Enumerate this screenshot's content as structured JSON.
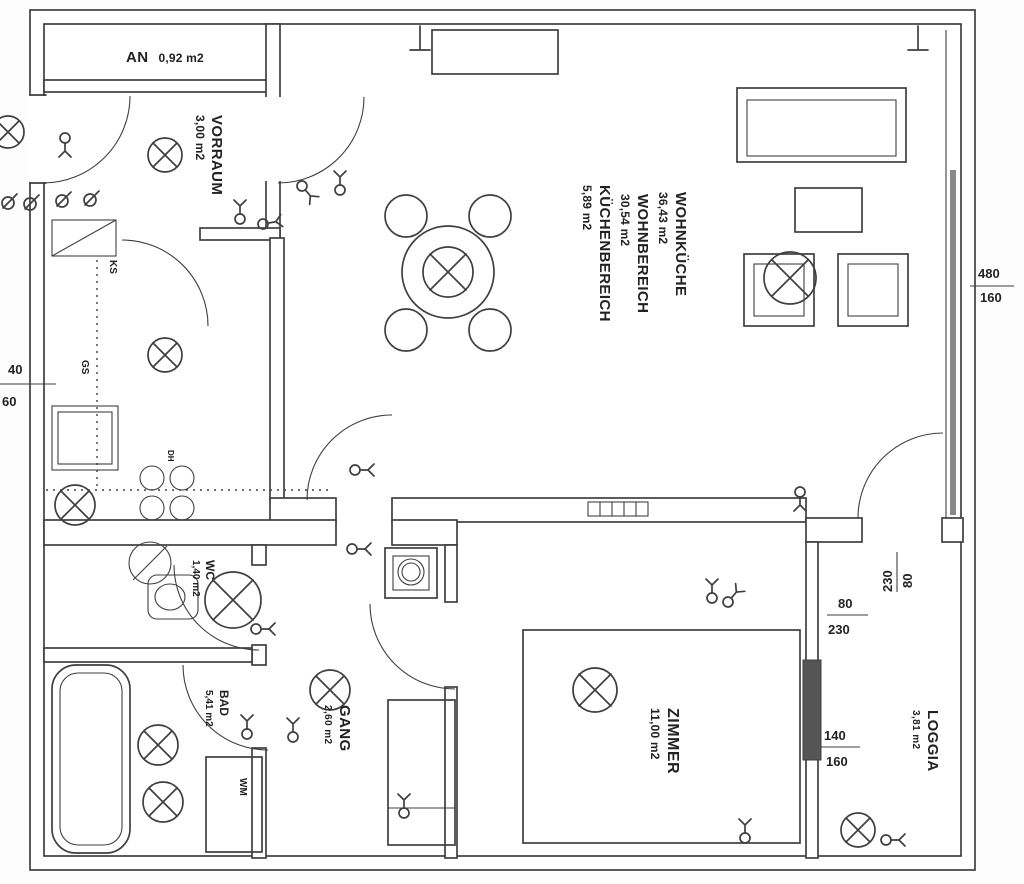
{
  "plan_title": "apartment-floor-plan",
  "rooms": {
    "an": {
      "name": "AN",
      "area": "0,92 m2"
    },
    "vorraum": {
      "name": "VORRAUM",
      "area": "3,00 m2"
    },
    "wohnkueche": {
      "name": "WOHNKÜCHE",
      "area": "36,43 m2"
    },
    "wohnbereich": {
      "name": "WOHNBEREICH",
      "area": "30,54 m2"
    },
    "kuechenbereich": {
      "name": "KÜCHENBEREICH",
      "area": "5,89 m2"
    },
    "wc": {
      "name": "WC",
      "area": "1,40 m2"
    },
    "bad": {
      "name": "BAD",
      "area": "5,41 m2"
    },
    "gang": {
      "name": "GANG",
      "area": "2,60 m2"
    },
    "zimmer": {
      "name": "ZIMMER",
      "area": "11,00 m2"
    },
    "loggia": {
      "name": "LOGGIA",
      "area": "3,81 m2"
    }
  },
  "appliances": {
    "ks": "KS",
    "gs": "GS",
    "dh": "DH",
    "wm": "WM"
  },
  "dimensions": {
    "left_top": "40",
    "left_bottom": "60",
    "window_right_w": "480",
    "window_right_h": "160",
    "loggia_door_w": "80",
    "loggia_door_h": "230",
    "loggia_side_w": "80",
    "loggia_side_h": "230",
    "zimmer_door_w": "140",
    "zimmer_door_h": "160"
  },
  "icons": {
    "ceiling_lamp": "circle-with-cross",
    "outlet": "wall-outlet-symbol"
  },
  "colors": {
    "line": "#3f3f3f",
    "text": "#222222",
    "paper": "#fdfdfd",
    "glazing": "#8a8a8a"
  }
}
